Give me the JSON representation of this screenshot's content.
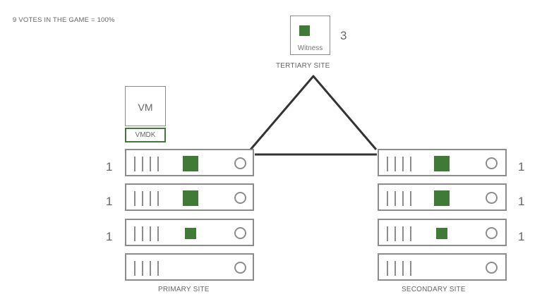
{
  "header": {
    "votes_text": "9 VOTES IN THE GAME = 100%"
  },
  "witness": {
    "label": "Witness",
    "votes": "3",
    "site_label": "TERTIARY SITE"
  },
  "vm": {
    "label": "VM",
    "disk_label": "VMDK"
  },
  "primary": {
    "site_label": "PRIMARY SITE",
    "rows": [
      {
        "votes": "1",
        "component": "large"
      },
      {
        "votes": "1",
        "component": "large"
      },
      {
        "votes": "1",
        "component": "small"
      },
      {
        "votes": "",
        "component": "none"
      }
    ]
  },
  "secondary": {
    "site_label": "SECONDARY SITE",
    "rows": [
      {
        "votes": "1",
        "component": "large"
      },
      {
        "votes": "1",
        "component": "large"
      },
      {
        "votes": "1",
        "component": "small"
      },
      {
        "votes": "",
        "component": "none"
      }
    ]
  },
  "colors": {
    "component": "#3f7a37",
    "outline": "#8c8c8c",
    "link": "#333333"
  }
}
